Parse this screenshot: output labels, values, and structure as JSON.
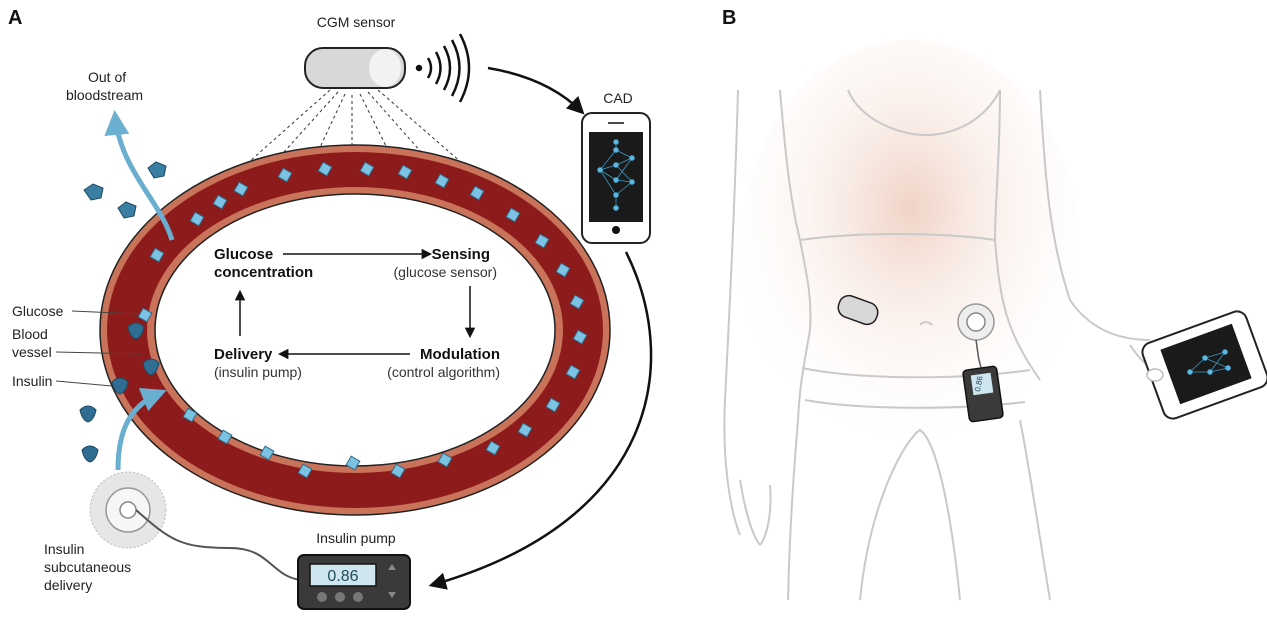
{
  "panel_a": {
    "letter": "A",
    "cgm_sensor": "CGM sensor",
    "cad": "CAD",
    "out_of_bloodstream": [
      "Out of",
      "bloodstream"
    ],
    "glucose": "Glucose",
    "blood_vessel": [
      "Blood",
      "vessel"
    ],
    "insulin": "Insulin",
    "subcutaneous": [
      "Insulin",
      "subcutaneous",
      "delivery"
    ],
    "insulin_pump": "Insulin pump",
    "pump_display": "0.86",
    "loop": {
      "glucose_concentration": [
        "Glucose",
        "concentration"
      ],
      "sensing": "Sensing",
      "sensing_sub": "(glucose sensor)",
      "modulation": "Modulation",
      "modulation_sub": "(control algorithm)",
      "delivery": "Delivery",
      "delivery_sub": "(insulin pump)"
    }
  },
  "panel_b": {
    "letter": "B",
    "pump_display": "0.86"
  },
  "colors": {
    "vessel_red": "#8e1b1b",
    "vessel_light": "#c9735a",
    "glucose_blue": "#5fb0d6",
    "insulin_blue": "#2f6e92",
    "arrow_blue": "#6aaed0",
    "skin": "#f3ddd3"
  },
  "icons": [
    "cgm-sensor-icon",
    "smartphone-icon",
    "insulin-pump-icon",
    "infusion-site-icon",
    "neural-network-icon",
    "wireless-signal-icon"
  ]
}
